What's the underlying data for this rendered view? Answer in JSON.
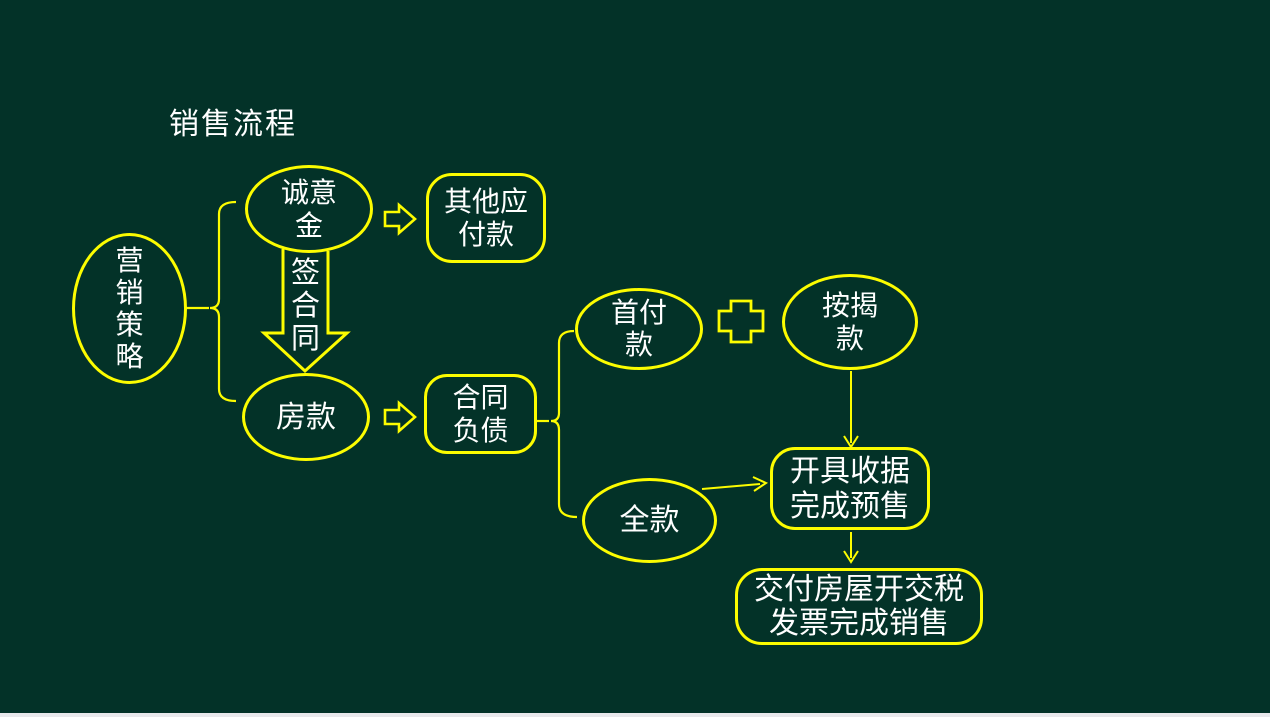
{
  "page": {
    "background_color": "#033228",
    "shape_outline_color": "#fcfc00",
    "text_color": "#ffffff",
    "bottom_bar_color": "#e8e8ec"
  },
  "title": "销售流程",
  "nodes": {
    "marketing_strategy": {
      "label": "营销策略",
      "shape": "ellipse",
      "lines": [
        "营",
        "销",
        "策",
        "略"
      ]
    },
    "earnest_money": {
      "label": "诚意金",
      "shape": "ellipse",
      "lines": [
        "诚意",
        "金"
      ]
    },
    "other_payables": {
      "label": "其他应付款",
      "shape": "rounded-rect",
      "lines": [
        "其他应",
        "付款"
      ]
    },
    "sign_contract": {
      "label": "签合同",
      "shape": "down-arrow",
      "lines": [
        "签",
        "合",
        "同"
      ]
    },
    "house_payment": {
      "label": "房款",
      "shape": "ellipse",
      "lines": [
        "房款"
      ]
    },
    "contract_liability": {
      "label": "合同负债",
      "shape": "rounded-rect",
      "lines": [
        "合同",
        "负债"
      ]
    },
    "down_payment": {
      "label": "首付款",
      "shape": "ellipse",
      "lines": [
        "首付",
        "款"
      ]
    },
    "plus_sign": {
      "label": "+",
      "shape": "plus-cross"
    },
    "mortgage_payment": {
      "label": "按揭款",
      "shape": "ellipse",
      "lines": [
        "按揭",
        "款"
      ]
    },
    "full_payment": {
      "label": "全款",
      "shape": "ellipse",
      "lines": [
        "全款"
      ]
    },
    "issue_receipt": {
      "label": "开具收据完成预售",
      "shape": "rounded-rect",
      "lines": [
        "开具收据",
        "完成预售"
      ]
    },
    "deliver_house": {
      "label": "交付房屋开交税发票完成销售",
      "shape": "rounded-rect",
      "lines": [
        "交付房屋开交税",
        "发票完成销售"
      ]
    }
  }
}
